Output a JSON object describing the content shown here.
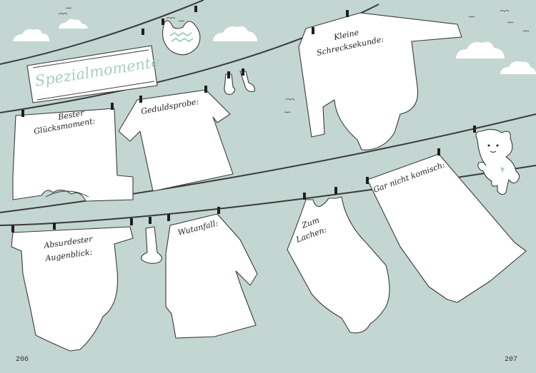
{
  "banner": {
    "title": "Spezialmomente"
  },
  "items": {
    "bester": {
      "line1": "Bester",
      "line2": "Glücksmoment:"
    },
    "geduld": {
      "line1": "Geduldsprobe:"
    },
    "kleine": {
      "line1": "Kleine",
      "line2": "Schrecksekunde:"
    },
    "gar": {
      "line1": "Gar nicht komisch:"
    },
    "absurd": {
      "line1": "Absurdester",
      "line2": "Augenblick:"
    },
    "wut": {
      "line1": "Wutanfall:"
    },
    "lachen": {
      "line1": "Zum",
      "line2": "Lachen:"
    }
  },
  "pages": {
    "left": "206",
    "right": "207"
  },
  "colors": {
    "background": "#c3d6d2",
    "accent": "#a7cfc7",
    "ink": "#222222"
  },
  "icons": [
    "cloud-icon",
    "bird-icon",
    "teddy-bear-icon",
    "sock-icon",
    "bib-icon",
    "clothes-peg-icon"
  ]
}
